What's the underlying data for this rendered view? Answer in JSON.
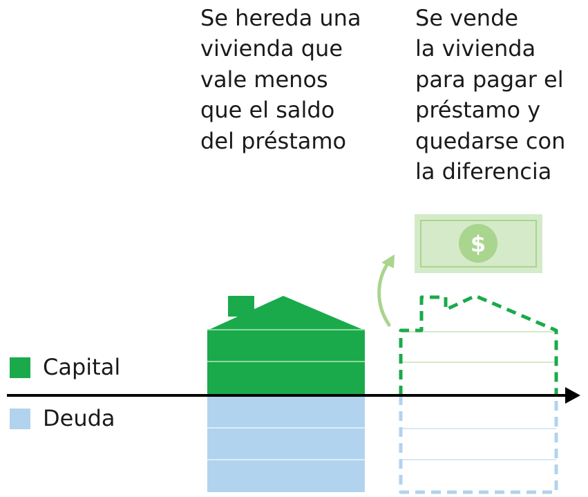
{
  "captions": {
    "inherited": "Se hereda una\nvivienda que\nvale menos\nque el saldo\ndel préstamo",
    "sold": "Se vende\nla vivienda\npara pagar el\npréstamo y\nquedarse con\nla diferencia"
  },
  "legend": {
    "capital": "Capital",
    "debt": "Deuda"
  },
  "icons": {
    "money": "$"
  },
  "colors": {
    "capital": "#1aaa4b",
    "debt": "#b1d3ee",
    "money_fill": "#d4eac8",
    "money_accent": "#a9d58f",
    "axis": "#000000"
  }
}
